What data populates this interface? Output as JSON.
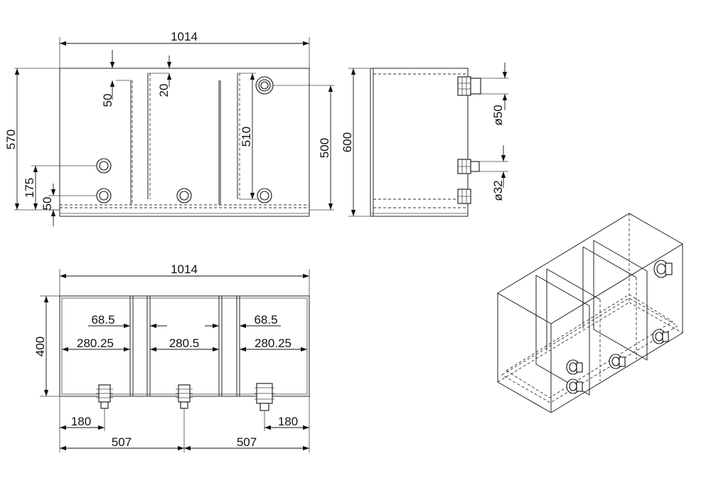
{
  "front_view": {
    "width": "1014",
    "height": "570",
    "partition_drop_left": "50",
    "partition_gap": "20",
    "overflow_height": "510",
    "water_level": "500",
    "outlet_high": "175",
    "outlet_low": "50"
  },
  "side_view": {
    "height": "600",
    "pipe_large": "ø50",
    "pipe_small": "ø32"
  },
  "top_view": {
    "width": "1014",
    "depth": "400",
    "gap_left": "68.5",
    "gap_right": "68.5",
    "chamber_left": "280.25",
    "chamber_mid": "280.5",
    "chamber_right": "280.25",
    "edge_left": "180",
    "edge_right": "180",
    "half_left": "507",
    "half_right": "507"
  }
}
